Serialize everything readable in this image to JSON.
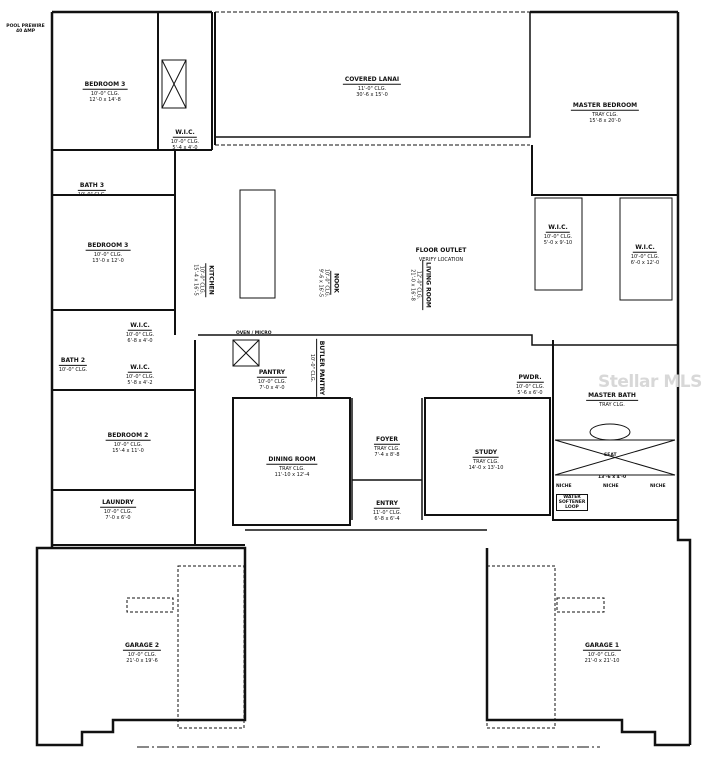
{
  "rooms": {
    "bedroom_top": {
      "name": "BEDROOM 3",
      "ceiling": "10'-0\" CLG.",
      "size": "12'-0 x 14'-8"
    },
    "lanai": {
      "name": "COVERED LANAI",
      "ceiling": "11'-0\" CLG.",
      "size": "30'-6 x 15'-0"
    },
    "master_bedroom": {
      "name": "MASTER BEDROOM",
      "ceiling": "TRAY CLG.",
      "size": "15'-8 x 20'-0"
    },
    "wic_bed3": {
      "name": "W.I.C.",
      "ceiling": "10'-0\" CLG.",
      "size": "5'-4 x 4'-0"
    },
    "bath3": {
      "name": "BATH 3",
      "ceiling": "10'-0\" CLG."
    },
    "bedroom_mid": {
      "name": "BEDROOM 3",
      "ceiling": "10'-0\" CLG.",
      "size": "13'-0 x 12'-0"
    },
    "kitchen": {
      "name": "KITCHEN",
      "ceiling": "10'-0\" CLG.",
      "size": "15'-4 x 16'-5"
    },
    "nook": {
      "name": "NOOK",
      "ceiling": "10'-0\" CLG.",
      "size": "9'-6 x 16'-5"
    },
    "living": {
      "name": "LIVING ROOM",
      "ceiling": "12'-0\" CLG.",
      "size": "21'-0 x 16'-8"
    },
    "floor_outlet": {
      "name": "FLOOR OUTLET",
      "note": "VERIFY LOCATION"
    },
    "wic_master1": {
      "name": "W.I.C.",
      "ceiling": "10'-0\" CLG.",
      "size": "5'-0 x 9'-10"
    },
    "wic_master2": {
      "name": "W.I.C.",
      "ceiling": "10'-0\" CLG.",
      "size": "6'-0 x 12'-0"
    },
    "wic_bed_a": {
      "name": "W.I.C.",
      "ceiling": "10'-0\" CLG.",
      "size": "6'-8 x 4'-0"
    },
    "wic_bed_b": {
      "name": "W.I.C.",
      "ceiling": "10'-0\" CLG.",
      "size": "5'-8 x 4'-2"
    },
    "bath2": {
      "name": "BATH 2",
      "ceiling": "10'-0\" CLG."
    },
    "pantry": {
      "name": "PANTRY",
      "ceiling": "10'-0\" CLG.",
      "size": "7'-0 x 4'-0"
    },
    "butler_pantry": {
      "name": "BUTLER PANTRY",
      "ceiling": "10'-0\" CLG."
    },
    "pwdr": {
      "name": "PWDR.",
      "ceiling": "10'-0\" CLG.",
      "size": "5'-6 x 6'-0"
    },
    "master_bath": {
      "name": "MASTER BATH",
      "ceiling": "TRAY CLG.",
      "size": "13'-6 x 4'-0"
    },
    "bedroom2": {
      "name": "BEDROOM 2",
      "ceiling": "10'-0\" CLG.",
      "size": "15'-4 x 11'-0"
    },
    "dining": {
      "name": "DINING ROOM",
      "ceiling": "TRAY CLG.",
      "size": "11'-10 x 12'-4"
    },
    "foyer": {
      "name": "FOYER",
      "ceiling": "TRAY CLG.",
      "size": "7'-4 x 8'-8"
    },
    "study": {
      "name": "STUDY",
      "ceiling": "TRAY CLG.",
      "size": "14'-0 x 13'-10"
    },
    "entry": {
      "name": "ENTRY",
      "ceiling": "11'-0\" CLG.",
      "size": "6'-8 x 6'-4"
    },
    "laundry": {
      "name": "LAUNDRY",
      "ceiling": "10'-0\" CLG.",
      "size": "7'-0 x 6'-0"
    },
    "garage2": {
      "name": "GARAGE 2",
      "ceiling": "10'-0\" CLG.",
      "size": "21'-0 x 19'-6"
    },
    "garage1": {
      "name": "GARAGE 1",
      "ceiling": "10'-0\" CLG.",
      "size": "21'-0 x 21'-10"
    }
  },
  "notes": {
    "pool": "POOL PREWIRE 40 AMP",
    "seat": "SEAT",
    "niche": "NICHE",
    "water_softener": "WATER SOFTENER LOOP",
    "oven": "OVEN / MICRO"
  },
  "watermark": "Stellar MLS"
}
